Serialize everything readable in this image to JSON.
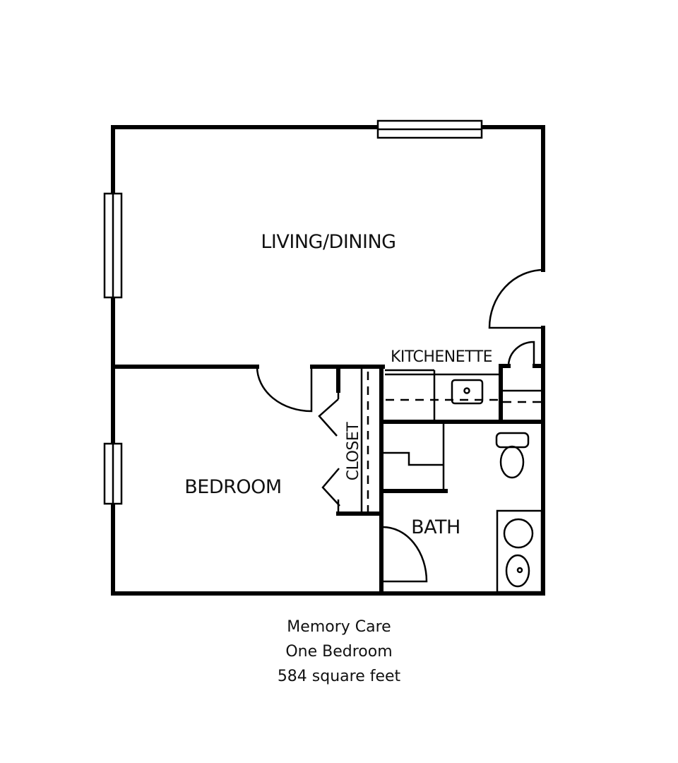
{
  "plan": {
    "rooms": {
      "living": "LIVING/DINING",
      "kitchen": "KITCHENETTE",
      "bedroom": "BEDROOM",
      "closet": "CLOSET",
      "bath": "BATH"
    },
    "fixtures": [
      "window-top",
      "window-left-upper",
      "window-left-lower",
      "entry-door",
      "bedroom-door",
      "bath-door",
      "closet-bifold-doors",
      "kitchen-sink",
      "toilet",
      "bath-sink",
      "bath-tub-basin",
      "closet-door-kitchen"
    ]
  },
  "caption": {
    "line1": "Memory Care",
    "line2": "One Bedroom",
    "line3": "584 square feet"
  },
  "colors": {
    "line": "#000000",
    "background": "#ffffff"
  }
}
